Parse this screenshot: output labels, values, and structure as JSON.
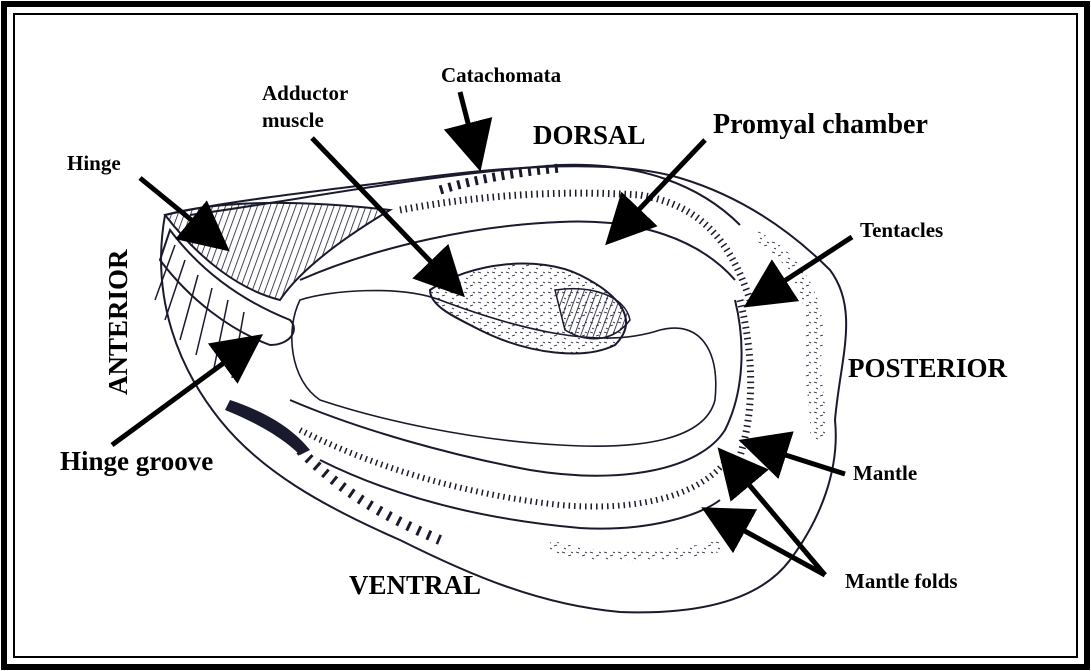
{
  "labels": {
    "catachomata": "Catachomata",
    "adductor_line1": "Adductor",
    "adductor_line2": "muscle",
    "dorsal": "DORSAL",
    "promyal_chamber": "Promyal chamber",
    "hinge": "Hinge",
    "tentacles": "Tentacles",
    "anterior": "ANTERIOR",
    "posterior": "POSTERIOR",
    "hinge_groove": "Hinge groove",
    "mantle": "Mantle",
    "ventral": "VENTRAL",
    "mantle_folds": "Mantle folds"
  },
  "colors": {
    "ink": "#000000",
    "background": "#ffffff",
    "stroke": "#1a1a2e"
  }
}
